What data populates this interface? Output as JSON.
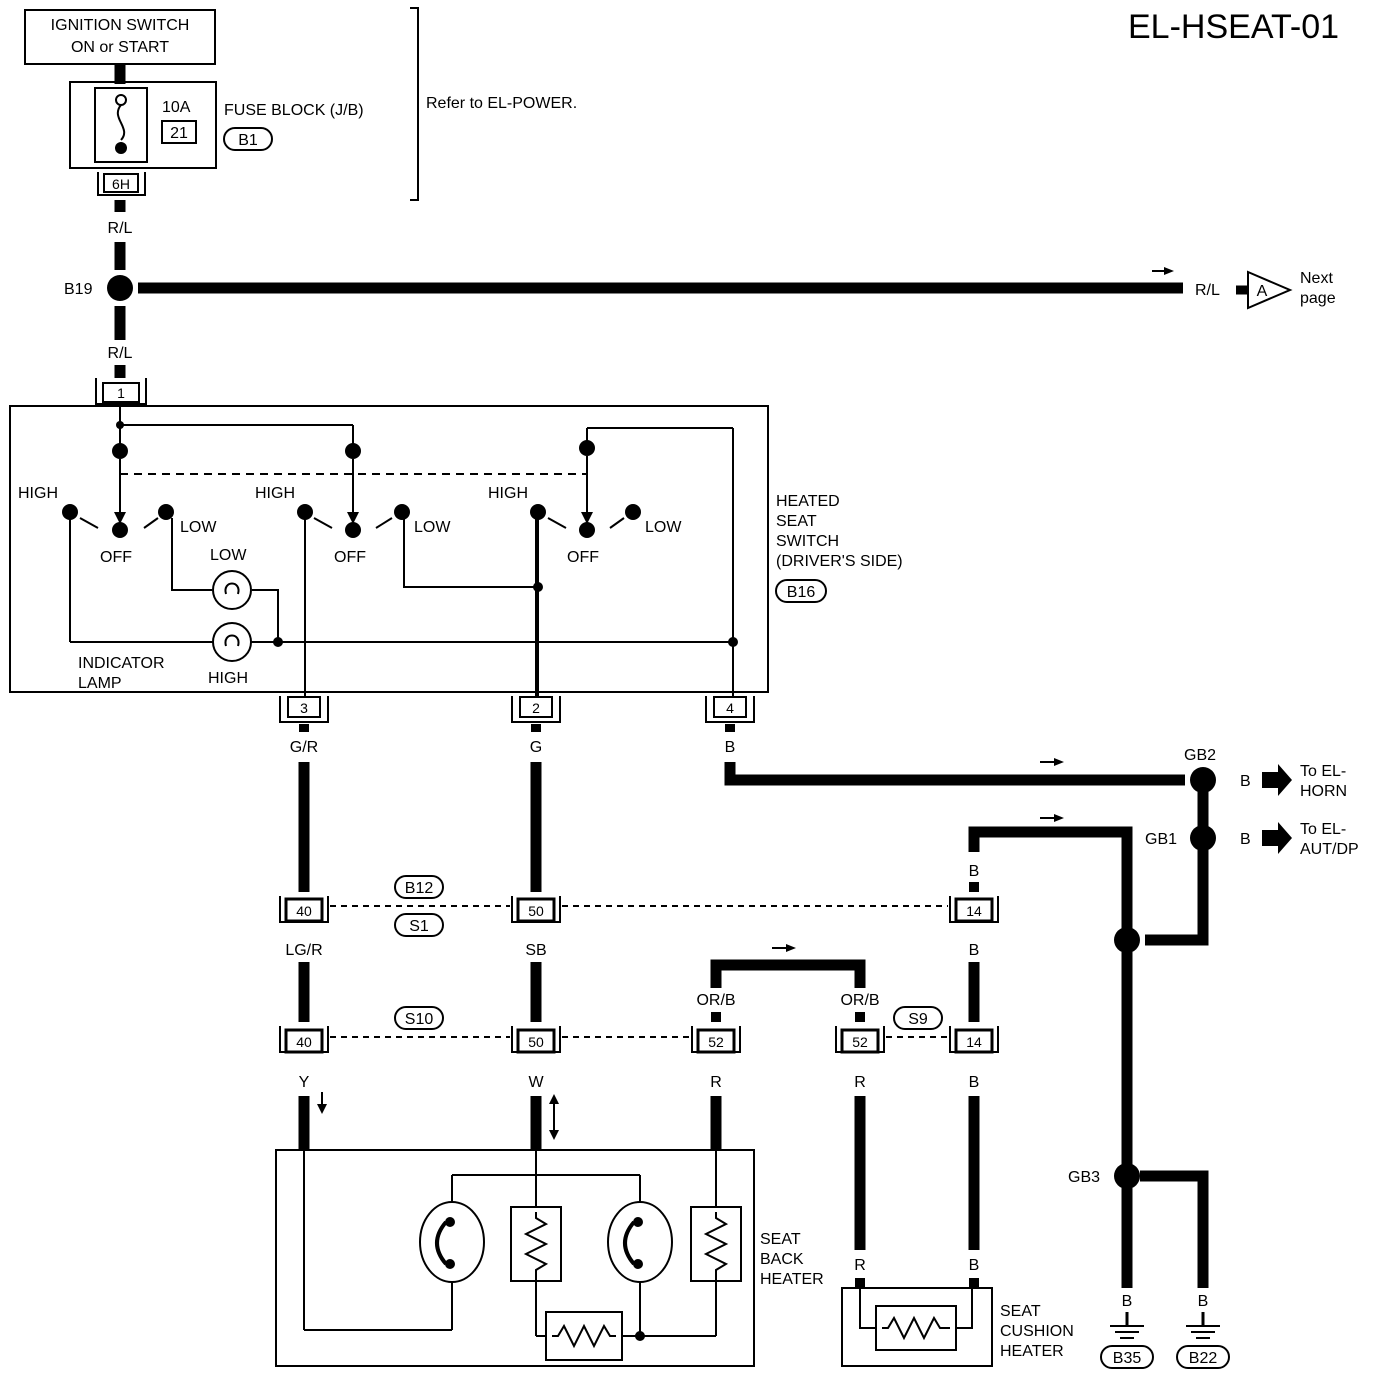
{
  "title": "EL-HSEAT-01",
  "ignition": {
    "line1": "IGNITION SWITCH",
    "line2": "ON or START"
  },
  "fuse": {
    "amps": "10A",
    "number": "21",
    "label": "FUSE BLOCK (J/B)",
    "connector": "B1",
    "terminal": "6H"
  },
  "refer_note": "Refer to EL-POWER.",
  "junction_b19": "B19",
  "wire_rl": "R/L",
  "next_page": {
    "wire": "R/L",
    "connector": "A",
    "line1": "Next",
    "line2": "page"
  },
  "switch": {
    "title_lines": [
      "HEATED",
      "SEAT",
      "SWITCH",
      "(DRIVER'S SIDE)"
    ],
    "connector": "B16",
    "terminal_in": "1",
    "high": "HIGH",
    "low": "LOW",
    "off": "OFF",
    "lamp_low": "LOW",
    "lamp_high": "HIGH",
    "indicator_lines": [
      "INDICATOR",
      "LAMP"
    ],
    "terminals": [
      "3",
      "2",
      "4"
    ]
  },
  "wires": {
    "gr": "G/R",
    "g": "G",
    "b": "B",
    "lgr": "LG/R",
    "sb": "SB",
    "orb": "OR/B",
    "y": "Y",
    "w": "W",
    "r": "R"
  },
  "grounds": {
    "gb2": "GB2",
    "gb1": "GB1",
    "gb3": "GB3",
    "to_horn": [
      "To EL-",
      "HORN"
    ],
    "to_autdp": [
      "To EL-",
      "AUT/DP"
    ],
    "b35": "B35",
    "b22": "B22"
  },
  "connectors": {
    "b12": "B12",
    "s1": "S1",
    "s10": "S10",
    "s9": "S9",
    "pin40": "40",
    "pin50": "50",
    "pin14": "14",
    "pin52": "52"
  },
  "heaters": {
    "back": [
      "SEAT",
      "BACK",
      "HEATER"
    ],
    "cushion": [
      "SEAT",
      "CUSHION",
      "HEATER"
    ]
  }
}
